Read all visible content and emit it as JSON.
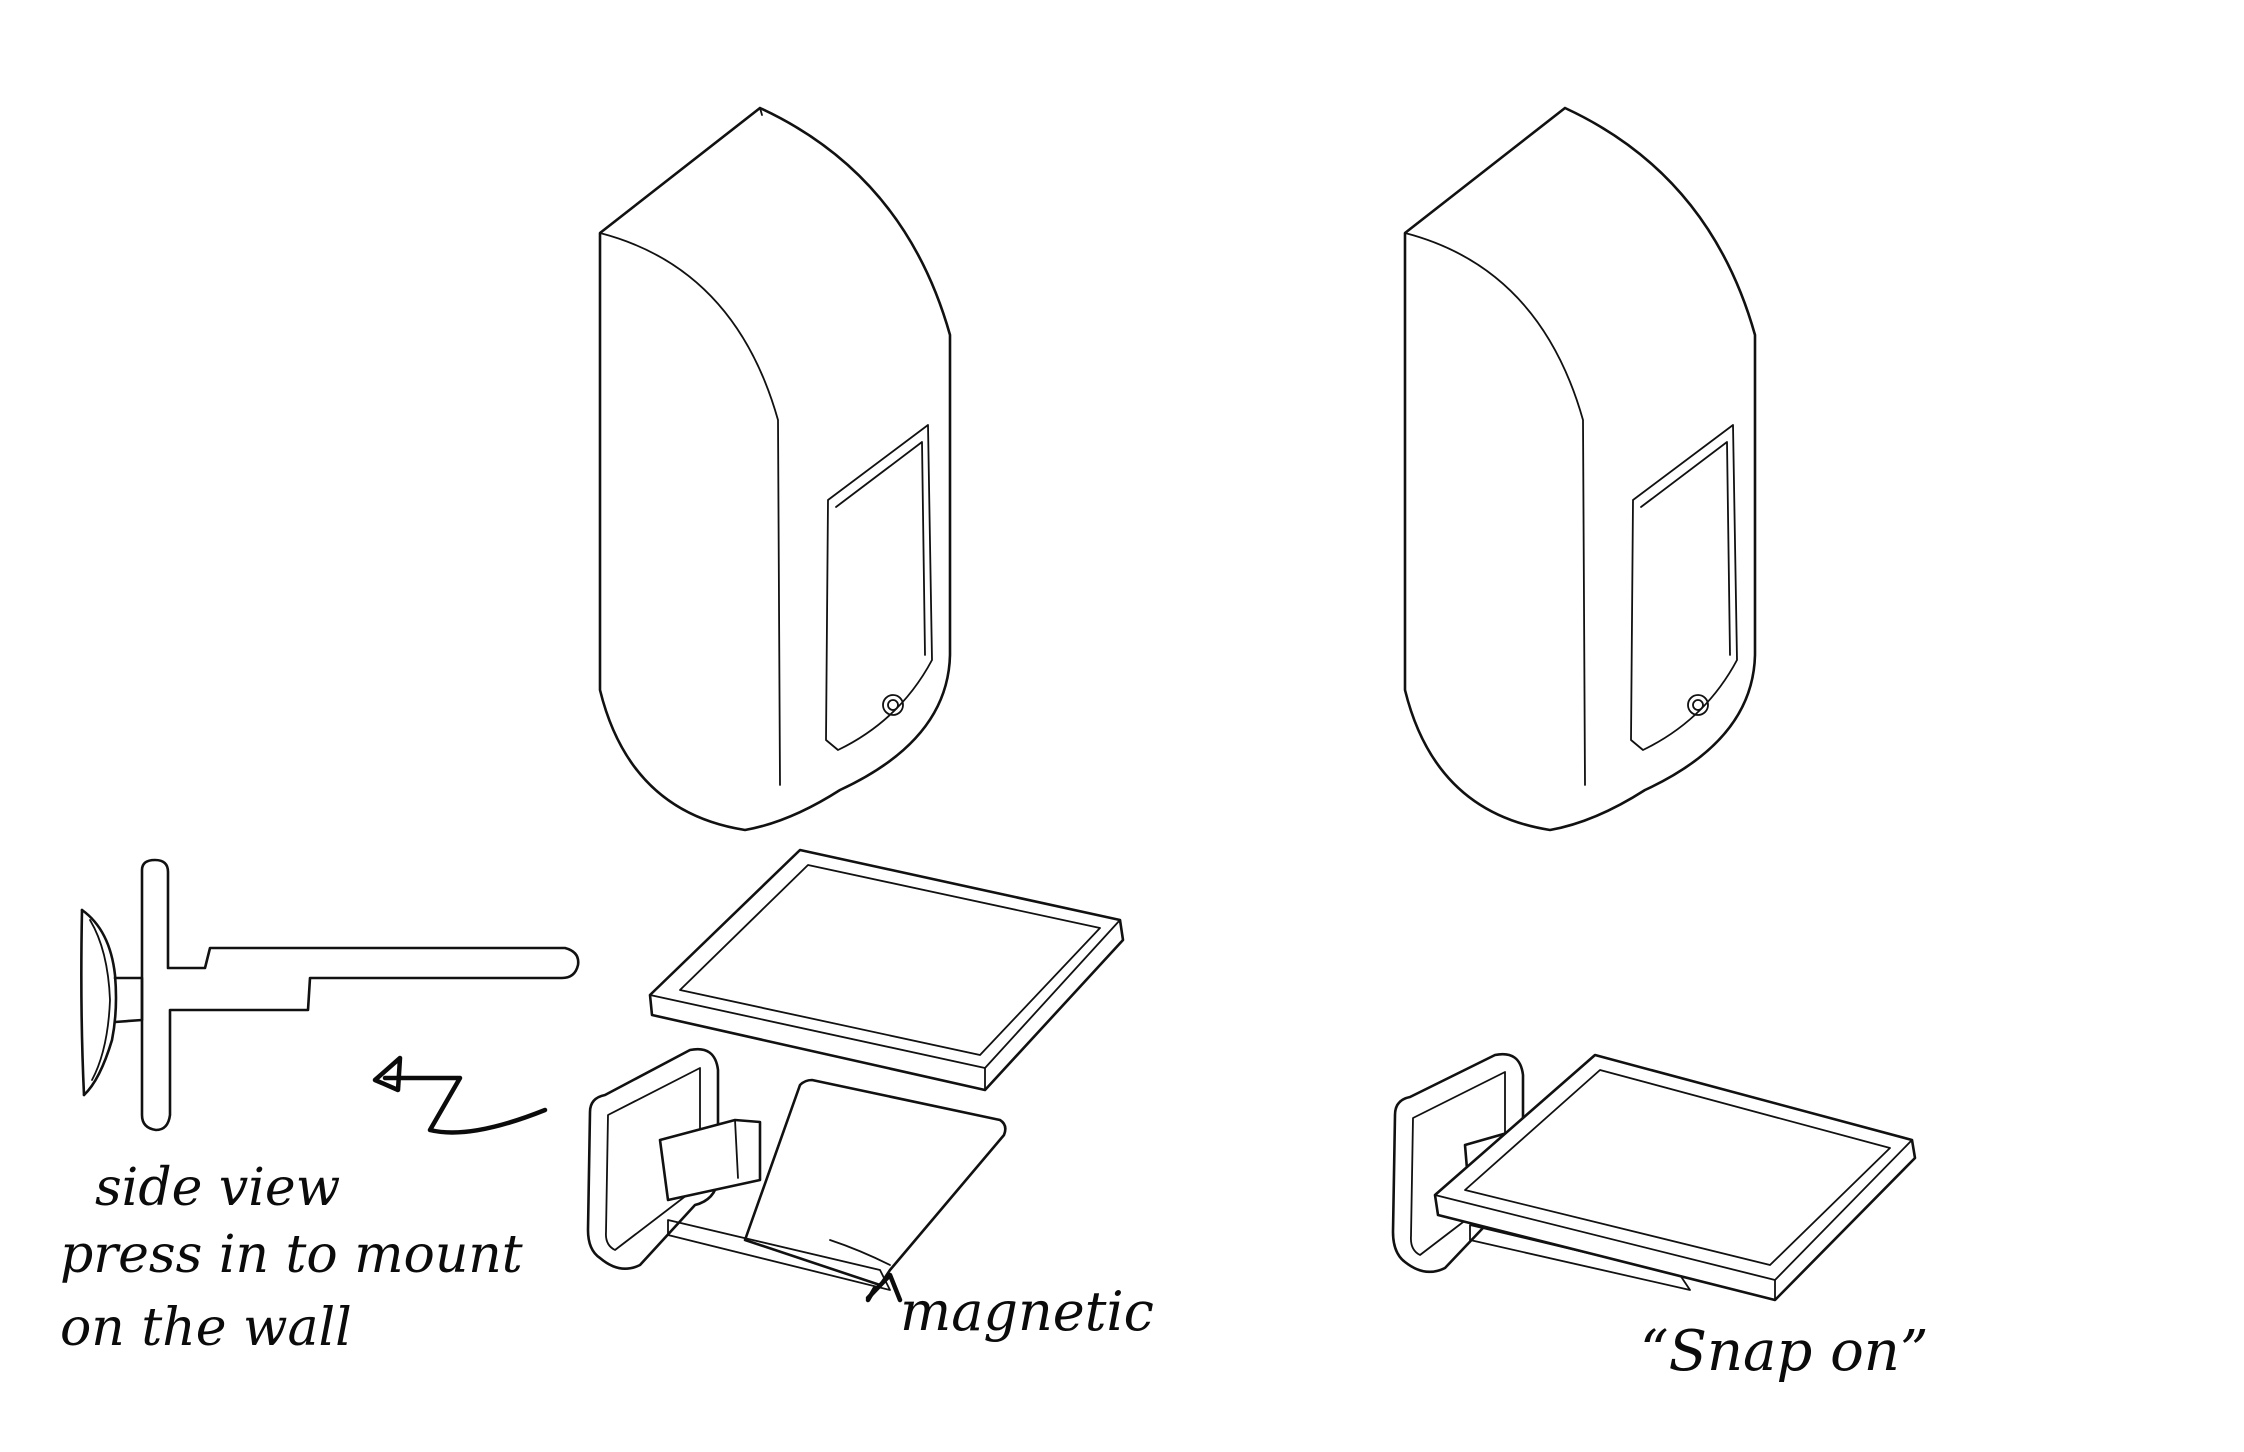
{
  "notes": {
    "side_view": [
      "side view",
      "press in to mount",
      "on the wall"
    ],
    "magnetic": "magnetic",
    "snap_on": "“Snap on”"
  },
  "colors": {
    "ink": "#111111",
    "background": "#ffffff"
  }
}
